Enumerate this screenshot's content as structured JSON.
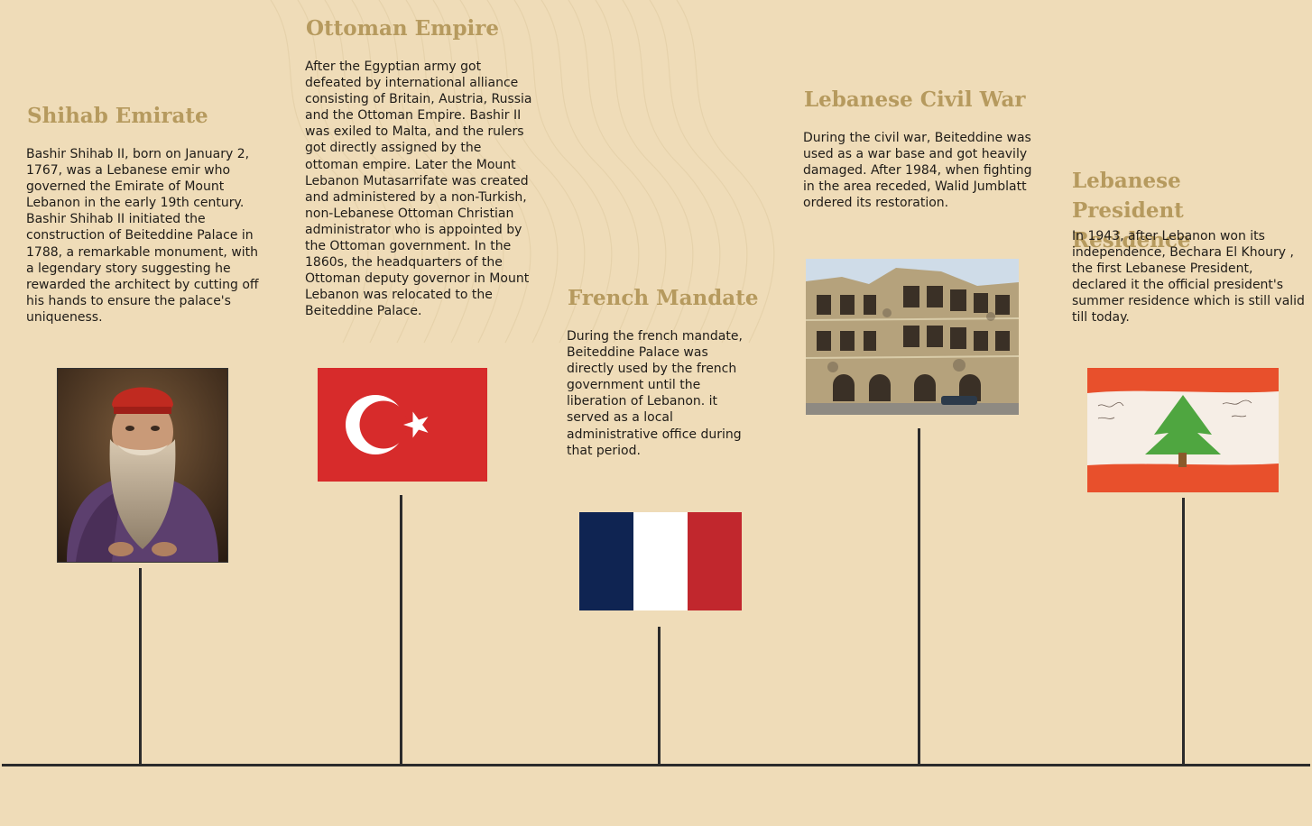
{
  "events": [
    {
      "title": "Shihab Emirate",
      "text": "Bashir Shihab II, born on January 2, 1767, was a Lebanese emir who governed the Emirate of Mount Lebanon in the early 19th century. Bashir Shihab II initiated the construction of Beiteddine Palace in 1788, a remarkable monument, with a legendary story suggesting he rewarded the architect by cutting off his hands to ensure the palace's uniqueness.",
      "image": "portrait-painting"
    },
    {
      "title": "Ottoman Empire",
      "text": "After the Egyptian army got defeated by international alliance consisting of Britain, Austria, Russia and the Ottoman Empire. Bashir II was exiled to Malta, and the rulers got directly assigned by the ottoman empire. Later the Mount Lebanon Mutasarrifate was created and administered by a non-Turkish, non-Lebanese Ottoman Christian administrator who is appointed by the Ottoman government. In the 1860s, the headquarters of the Ottoman deputy governor in Mount Lebanon was relocated to the Beiteddine Palace.",
      "image": "turkish-flag"
    },
    {
      "title": "French Mandate",
      "text": "During the french mandate, Beiteddine Palace was directly used by the french government until the liberation of Lebanon. it served as a local administrative office during that period.",
      "image": "french-flag"
    },
    {
      "title": "Lebanese Civil War",
      "text": "During the civil war, Beiteddine was used as a war base and got heavily damaged. After 1984, when fighting in the area receded, Walid Jumblatt ordered its restoration.",
      "image": "damaged-building-photo"
    },
    {
      "title": "Lebanese President Residence",
      "text": "In 1943, after Lebanon won its independence, Bechara El Khoury , the first Lebanese President, declared it the official president's summer residence which is still valid till today.",
      "image": "hand-drawn-lebanese-flag"
    }
  ],
  "colors": {
    "background": "#efdcb8",
    "title": "#b69a5e",
    "text": "#1f1c18",
    "line": "#2b2b2b",
    "turkey_red": "#d72b2b",
    "france_blue": "#0f2452",
    "france_red": "#c1272d",
    "lebanon_red": "#e8502c",
    "cedar_green": "#4fa640"
  }
}
